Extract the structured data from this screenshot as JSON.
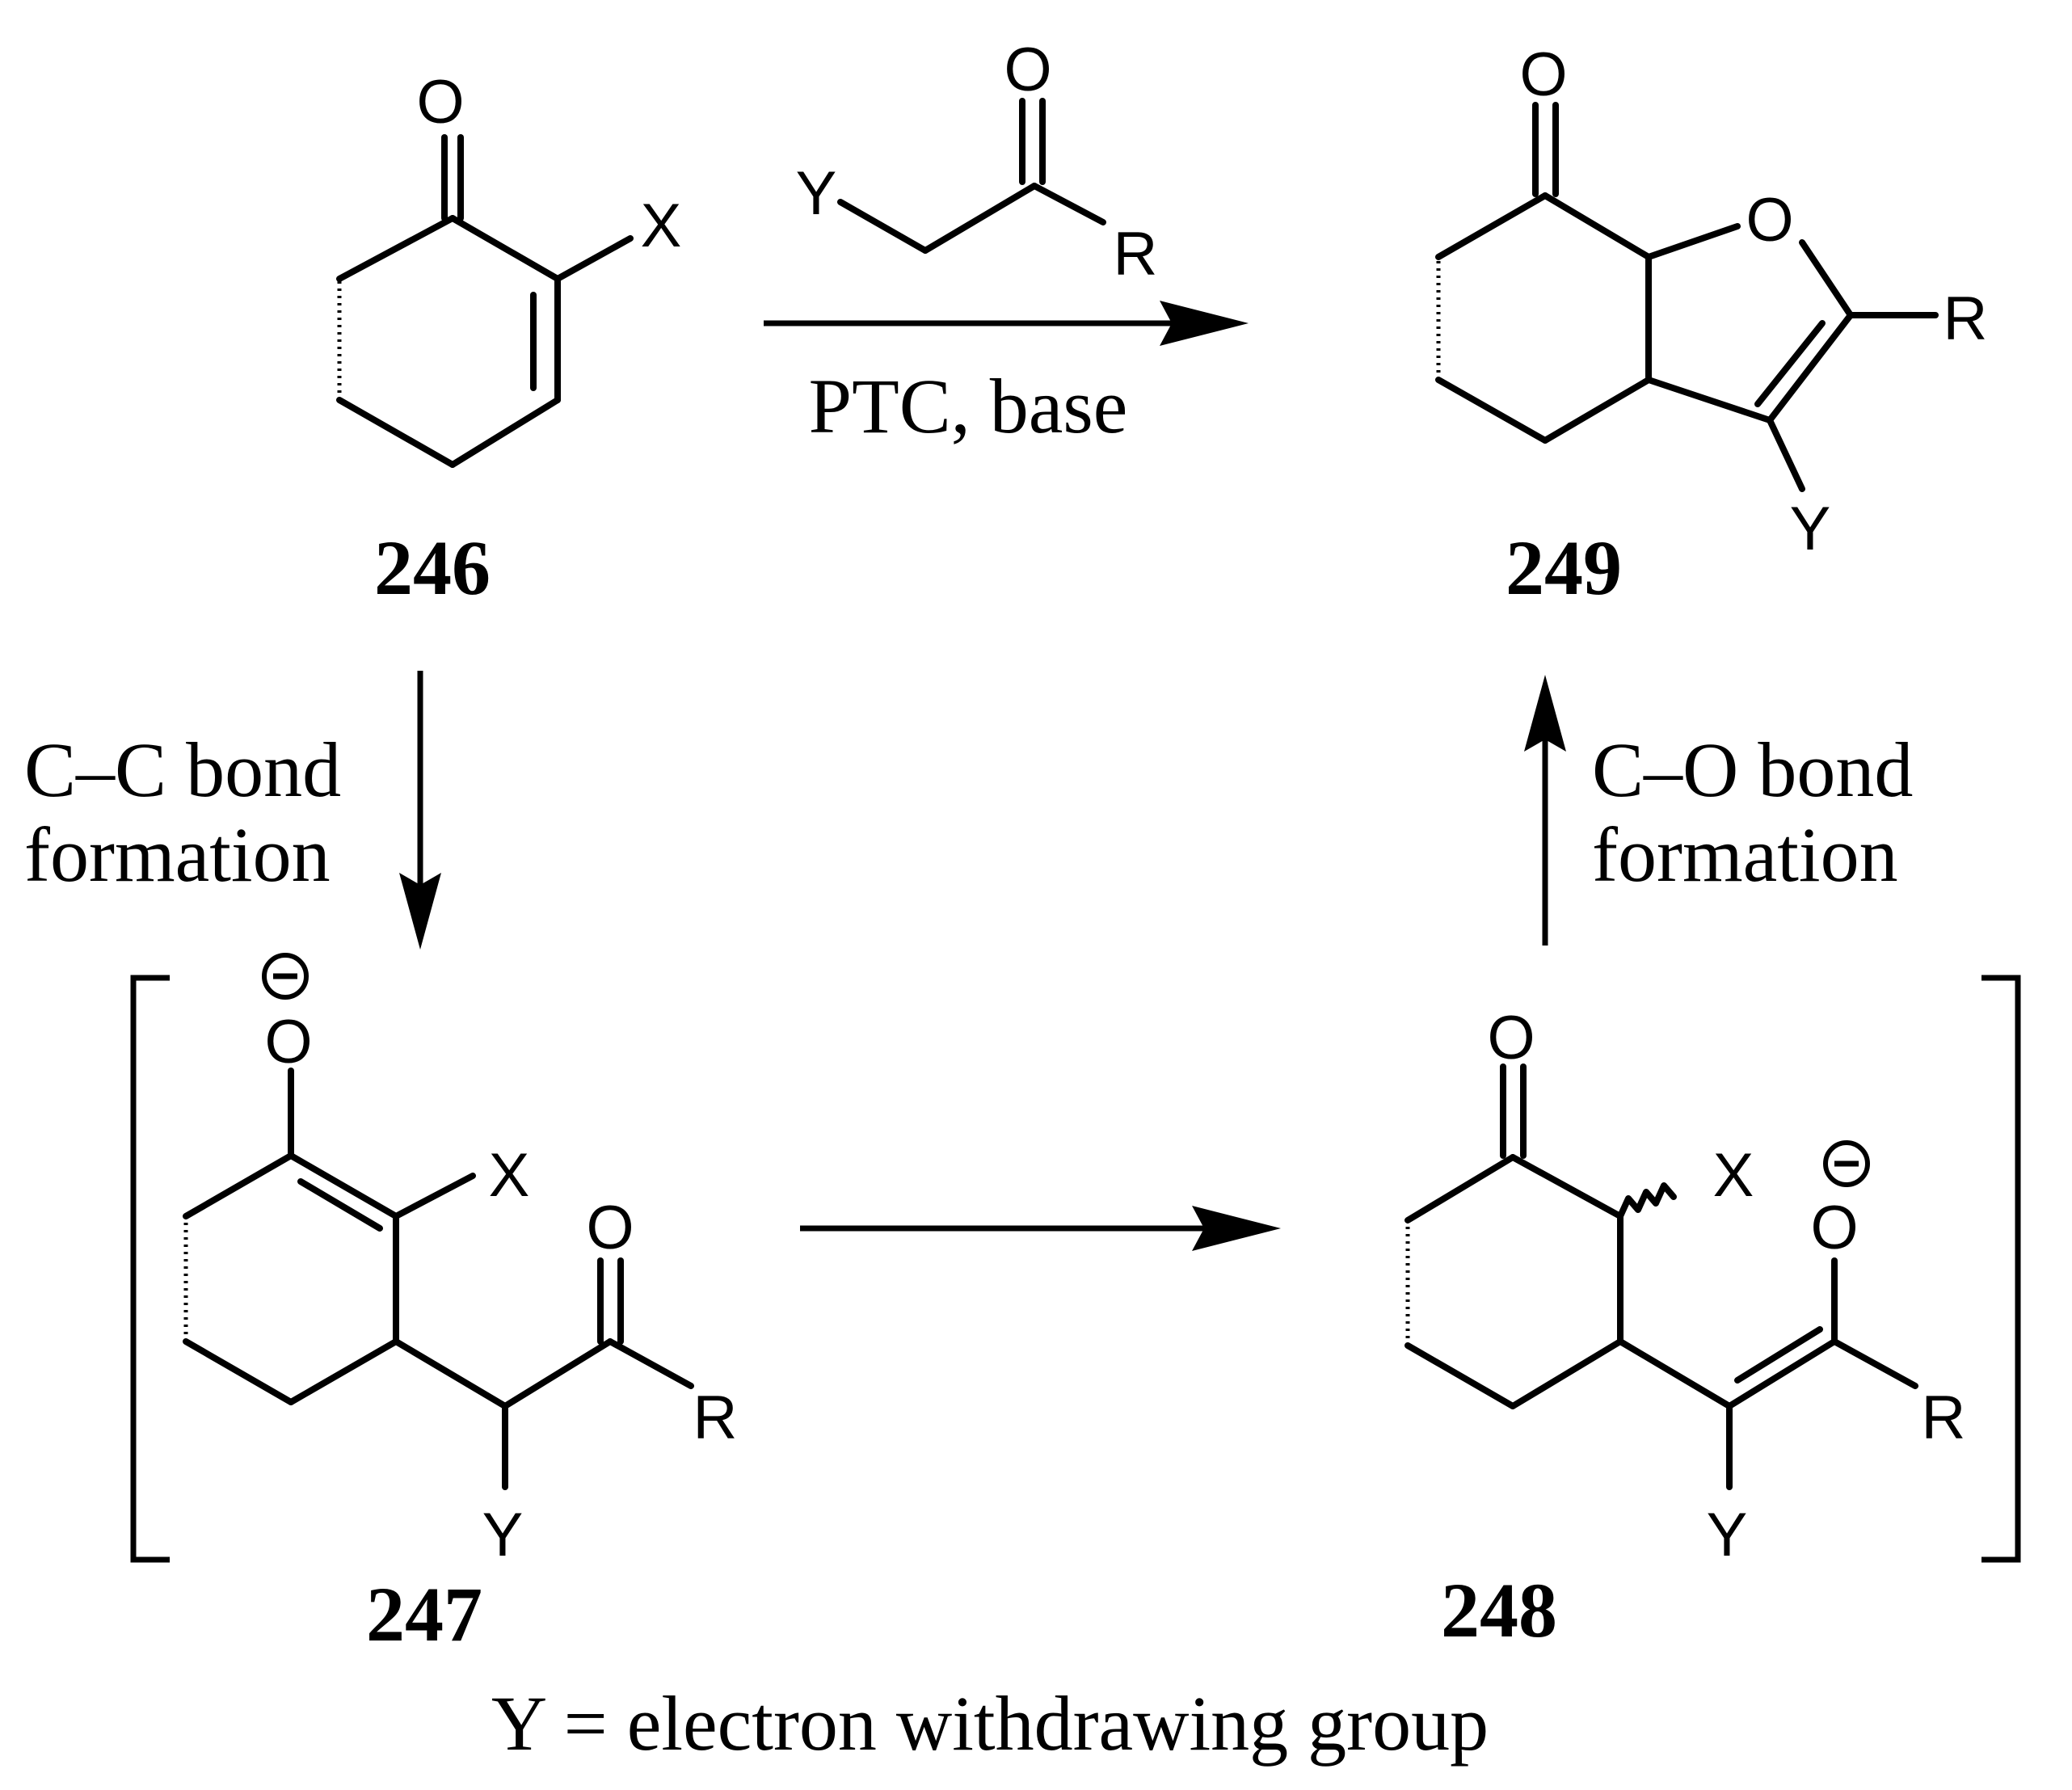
{
  "compounds": {
    "c246": {
      "id": "246",
      "atoms": {
        "o": "O",
        "x": "X"
      }
    },
    "c249": {
      "id": "249",
      "atoms": {
        "o_keto": "O",
        "o_ring": "O",
        "r": "R",
        "y": "Y"
      }
    },
    "c247": {
      "id": "247",
      "atoms": {
        "o_anion": "O",
        "x": "X",
        "o_keto": "O",
        "r": "R",
        "y": "Y"
      }
    },
    "c248": {
      "id": "248",
      "atoms": {
        "o_keto": "O",
        "x": "X",
        "o_anion": "O",
        "r": "R",
        "y": "Y"
      }
    }
  },
  "reagent": {
    "atoms": {
      "y": "Y",
      "o": "O",
      "r": "R"
    }
  },
  "conditions": {
    "top_arrow": "PTC, base"
  },
  "steps": {
    "left_line1": "C–C bond",
    "left_line2": "formation",
    "right_line1": "C–O bond",
    "right_line2": "formation"
  },
  "footnote": "Y = electron withdrawing group",
  "charge_symbol": "negative"
}
